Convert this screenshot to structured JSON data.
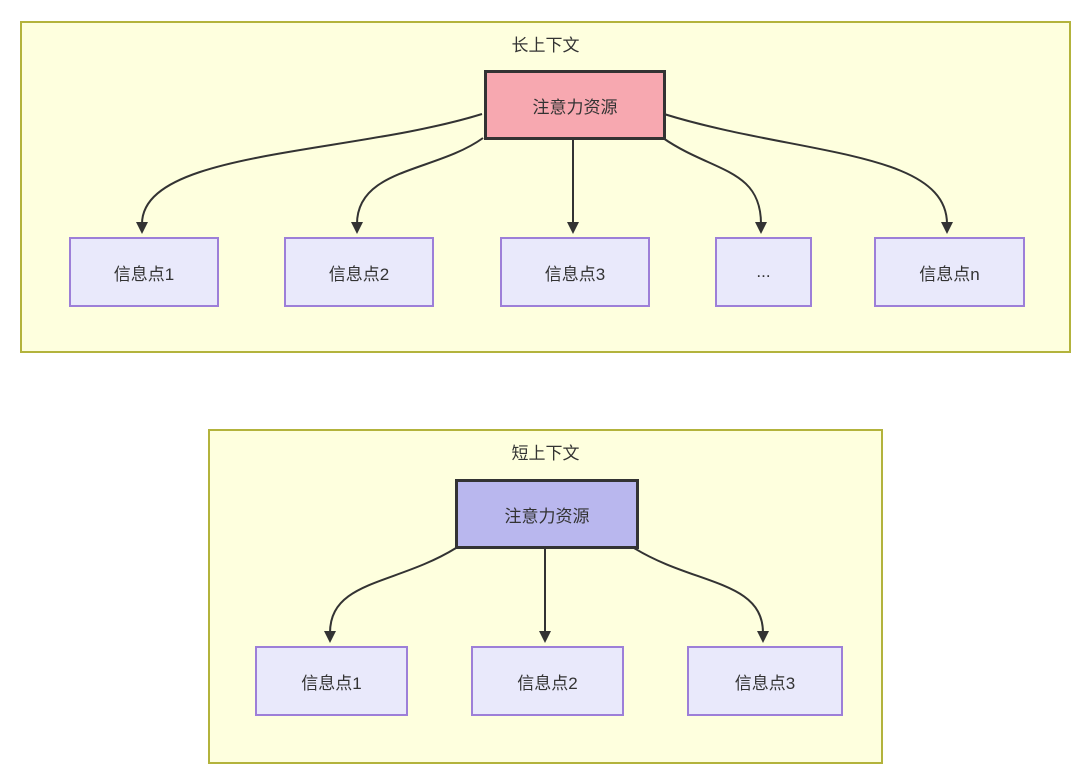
{
  "colors": {
    "panel_fill": "#feffde",
    "panel_border": "#b3b33c",
    "attention_long_fill": "#f7a8b0",
    "attention_short_fill": "#b9b7ee",
    "attention_border": "#333333",
    "info_fill": "#e9e9fb",
    "info_border": "#9d7fd8",
    "arrow": "#333333",
    "text": "#333333"
  },
  "long_context": {
    "title": "长上下文",
    "attention_label": "注意力资源",
    "info_points": [
      "信息点1",
      "信息点2",
      "信息点3",
      "...",
      "信息点n"
    ]
  },
  "short_context": {
    "title": "短上下文",
    "attention_label": "注意力资源",
    "info_points": [
      "信息点1",
      "信息点2",
      "信息点3"
    ]
  }
}
